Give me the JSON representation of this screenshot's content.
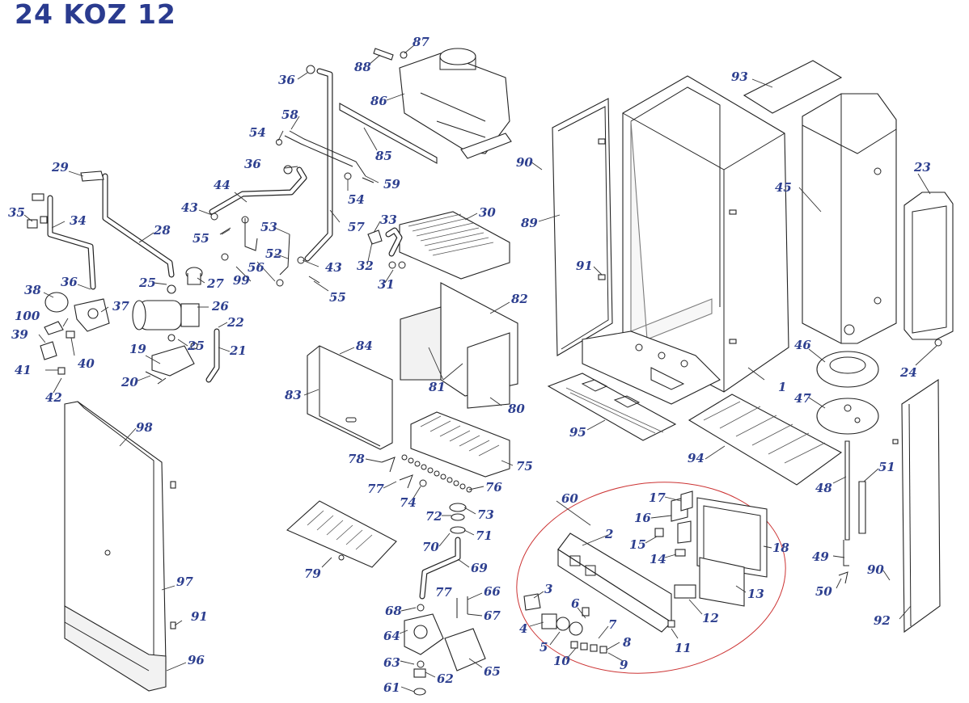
{
  "title": "24 KOZ 12",
  "labels": [
    "1",
    "2",
    "3",
    "4",
    "5",
    "6",
    "7",
    "8",
    "9",
    "10",
    "11",
    "12",
    "13",
    "14",
    "15",
    "16",
    "17",
    "18",
    "19",
    "20",
    "21",
    "22",
    "23",
    "24",
    "25",
    "26",
    "27",
    "28",
    "29",
    "30",
    "31",
    "32",
    "33",
    "34",
    "35",
    "36",
    "37",
    "38",
    "39",
    "40",
    "41",
    "42",
    "43",
    "44",
    "45",
    "46",
    "47",
    "48",
    "49",
    "50",
    "51",
    "52",
    "53",
    "54",
    "55",
    "56",
    "57",
    "58",
    "59",
    "60",
    "61",
    "62",
    "63",
    "64",
    "65",
    "66",
    "67",
    "68",
    "69",
    "70",
    "71",
    "72",
    "73",
    "74",
    "75",
    "76",
    "77",
    "78",
    "79",
    "80",
    "81",
    "82",
    "83",
    "84",
    "85",
    "86",
    "87",
    "88",
    "89",
    "90",
    "91",
    "92",
    "93",
    "94",
    "95",
    "96",
    "97",
    "98",
    "99",
    "100"
  ],
  "colors": {
    "label": "#2d3f8f",
    "title": "#2a3b8f",
    "line": "#222222",
    "oval": "#cc3333"
  }
}
